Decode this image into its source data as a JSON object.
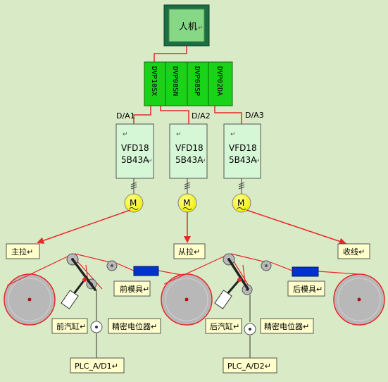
{
  "hmi": {
    "label": "人机",
    "mark": "↵"
  },
  "plc_modules": [
    "DVP10SX",
    "DVP08SN",
    "DVP08SP",
    "DVP02DA"
  ],
  "da_labels": [
    "D/A1",
    "D/A2",
    "D/A3"
  ],
  "vfds": [
    {
      "line1": "VFD18",
      "line2": "5B43A",
      "mark": "↵"
    },
    {
      "line1": "VFD18",
      "line2": "5B43A",
      "mark": "↵"
    },
    {
      "line1": "VFD18",
      "line2": "5B43A",
      "mark": "↵"
    }
  ],
  "motor_label": "M",
  "boxes": {
    "main_pull": "主拉↵",
    "slave_pull": "从拉↵",
    "winding": "收线↵",
    "front_die": "前模具↵",
    "rear_die": "后模具↵",
    "front_cylinder": "前汽缸↵",
    "front_pot": "精密电位器↵",
    "rear_cylinder": "后汽缸↵",
    "rear_pot": "精密电位器↵",
    "plc_ad1": "PLC_A/D1↵",
    "plc_ad2": "PLC_A/D2↵"
  },
  "colors": {
    "background": "#d9eac6",
    "red_line": "#e8282a",
    "module_green": "#19d319",
    "vfd_fill": "#d6f7d6",
    "label_fill": "#ffffcc",
    "hmi_fill": "#86d786",
    "motor_yellow": "#ffff00",
    "die_blue": "#0033cc",
    "roller_gray": "#b8b8b8"
  }
}
